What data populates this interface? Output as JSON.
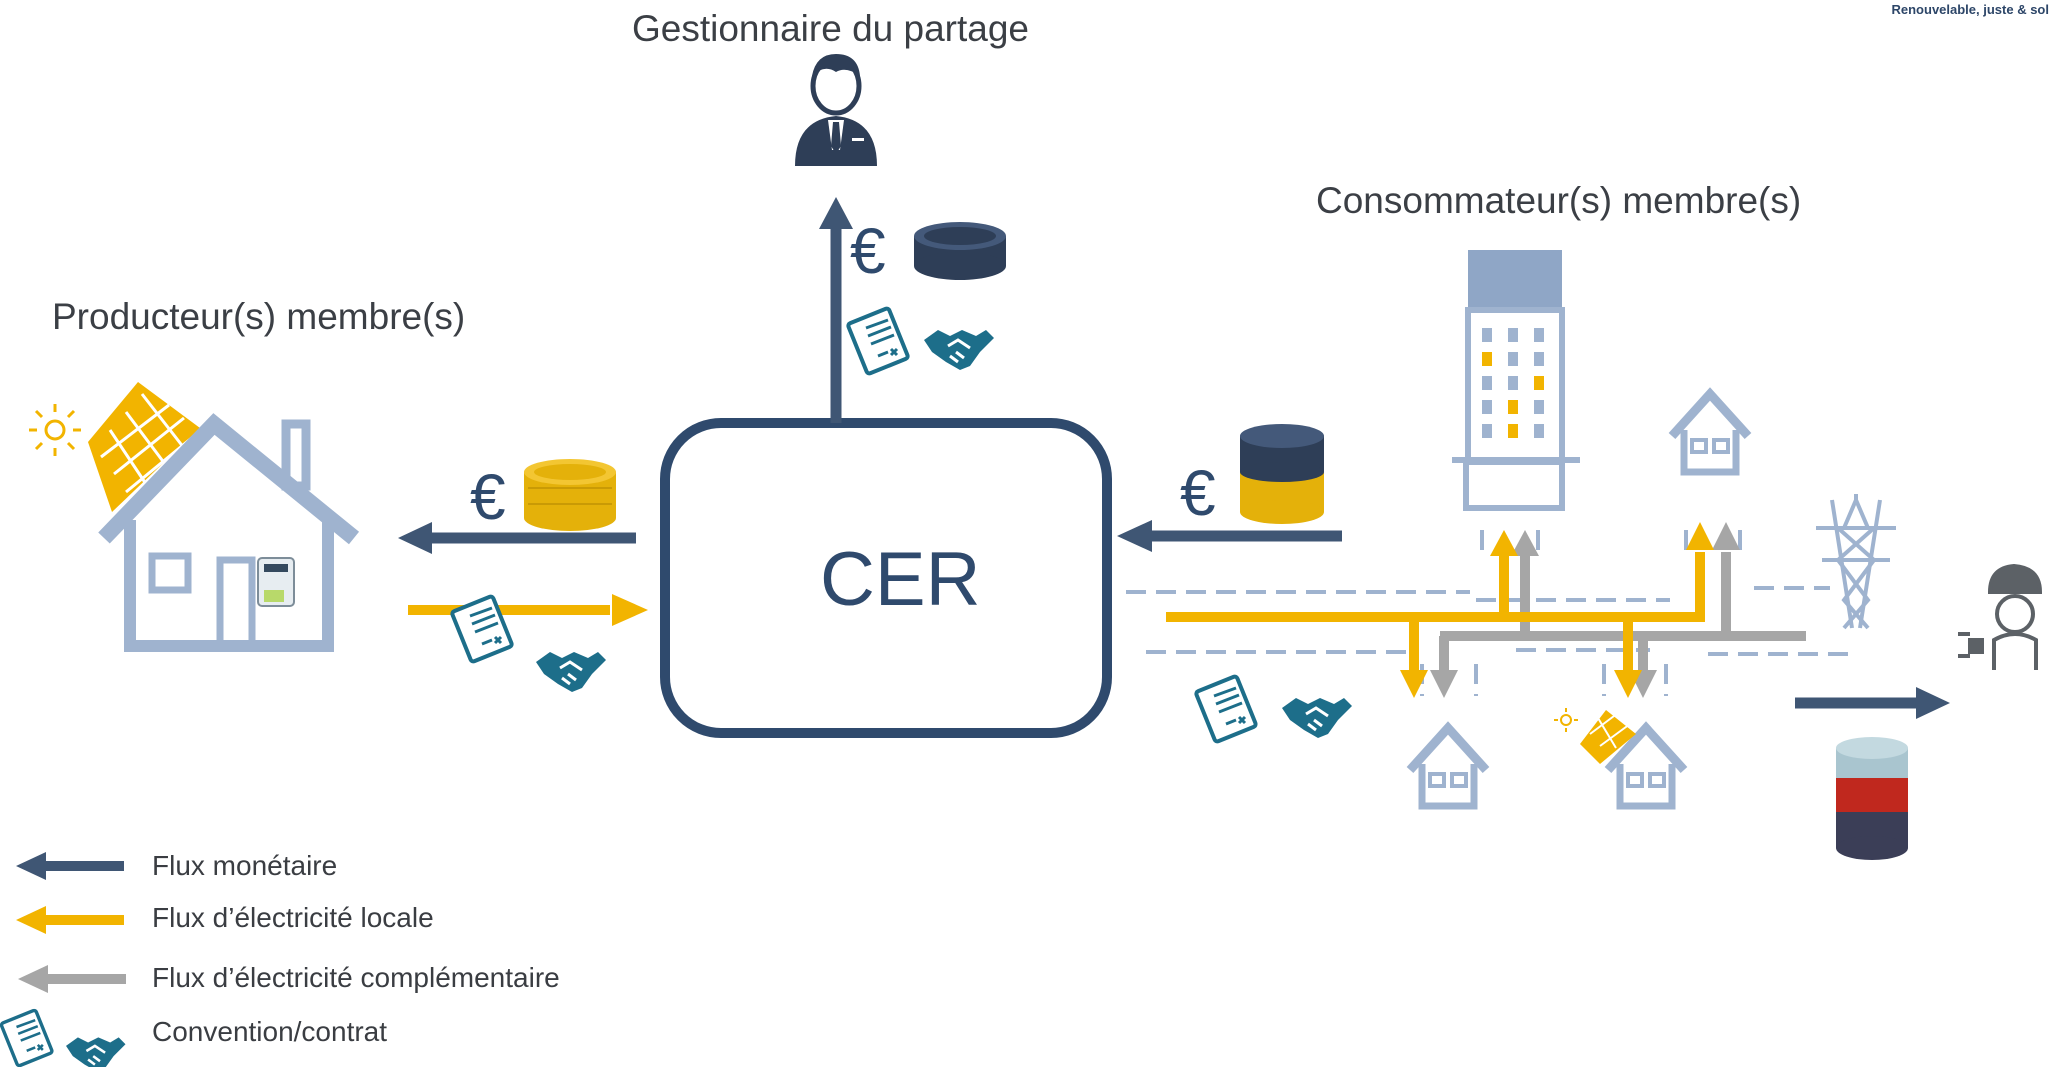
{
  "tagline": "Renouvelable, juste & sol",
  "nodes": {
    "manager": "Gestionnaire du partage",
    "producers": "Producteur(s) membre(s)",
    "consumers": "Consommateur(s) membre(s)",
    "center": "CER"
  },
  "currency_symbol": "€",
  "legend": [
    {
      "label": "Flux monétaire",
      "color": "#3f5674"
    },
    {
      "label": "Flux d’électricité locale",
      "color": "#f2b400"
    },
    {
      "label": "Flux d’électricité complémentaire",
      "color": "#a6a6a6"
    },
    {
      "label": "Convention/contrat",
      "color": "#1d6e8a"
    }
  ],
  "colors": {
    "navy": "#3f5674",
    "gold": "#f2b400",
    "grey": "#a6a6a6",
    "teal": "#1d6e8a",
    "house": "#9fb3cf",
    "coin_dark": "#2e3e57",
    "coin_gold": "#e4b10a",
    "red": "#c0281e",
    "lightblue": "#a9c5cf"
  }
}
